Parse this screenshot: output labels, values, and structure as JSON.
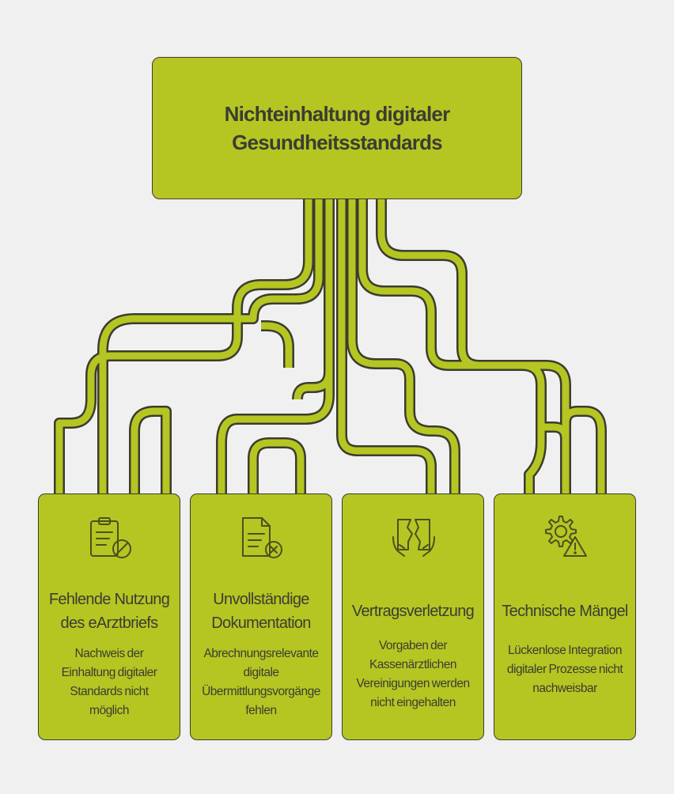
{
  "colors": {
    "background": "#f0f0f0",
    "box_fill": "#b5c622",
    "box_border": "#3c3c30",
    "text": "#3c3c33"
  },
  "top": {
    "title_lines": [
      "Nichteinhaltung digitaler",
      "Gesundheitsstandards"
    ]
  },
  "cards": [
    {
      "icon": "clipboard-blocked-icon",
      "title_lines": [
        "Fehlende Nutzung",
        "des eArztbriefs"
      ],
      "desc_lines": [
        "Nachweis der",
        "Einhaltung digitaler",
        "Standards nicht",
        "möglich"
      ]
    },
    {
      "icon": "document-x-icon",
      "title_lines": [
        "Unvollständige",
        "Dokumentation"
      ],
      "desc_lines": [
        "Abrechnungsrelevante",
        "digitale",
        "Übermittlungsvorgänge",
        "fehlen"
      ]
    },
    {
      "icon": "torn-contract-icon",
      "title_lines": [
        "Vertragsverletzung"
      ],
      "desc_lines": [
        "Vorgaben der",
        "Kassenärztlichen",
        "Vereinigungen werden",
        "nicht eingehalten"
      ]
    },
    {
      "icon": "gear-warning-icon",
      "title_lines": [
        "Technische Mängel"
      ],
      "desc_lines": [
        "Lückenlose Integration",
        "digitaler Prozesse nicht",
        "nachweisbar"
      ]
    }
  ]
}
